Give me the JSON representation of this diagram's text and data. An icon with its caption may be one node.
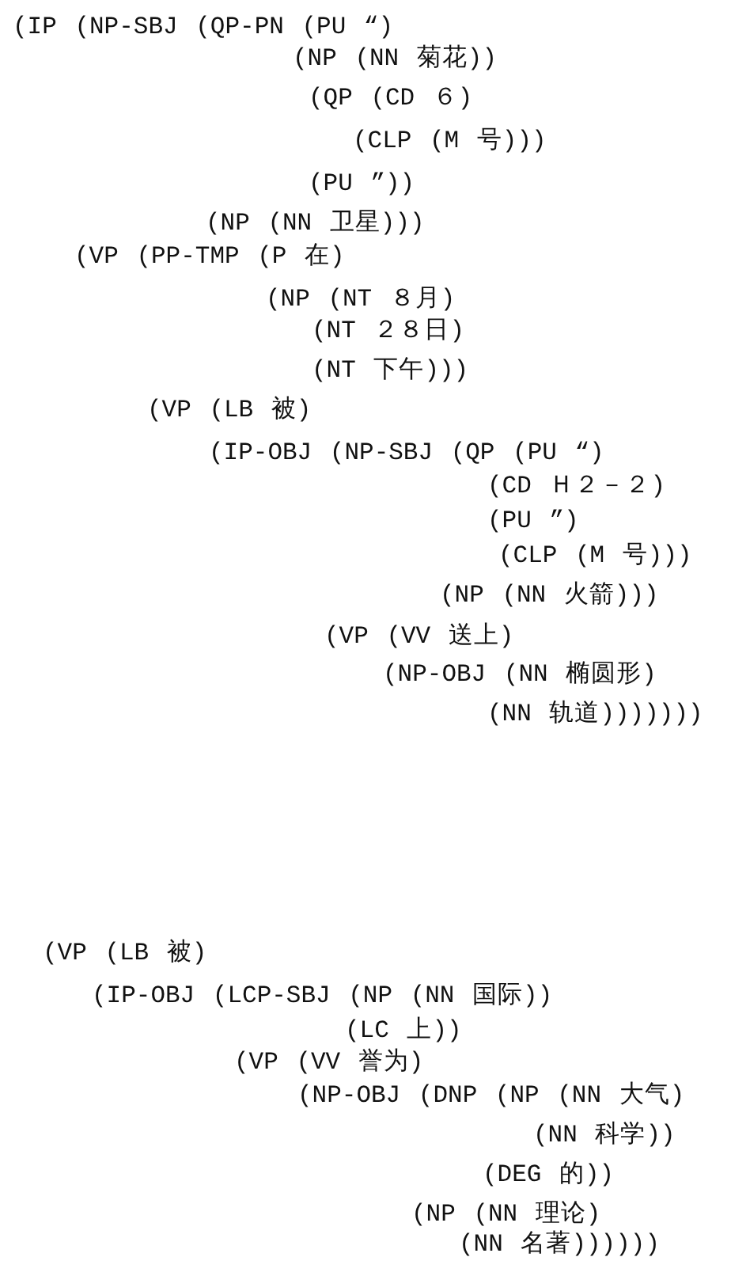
{
  "diagram": {
    "labels": [
      "(IP (NP-SBJ (QP-PN (PU “)",
      "(NP (NN 菊花))",
      "(QP (CD ６)",
      "(CLP (M 号)))",
      "(PU ”))",
      "(NP (NN 卫星)))",
      "(VP (PP-TMP (P 在)",
      "(NP (NT ８月)",
      "(NT ２８日)",
      "(NT 下午)))",
      "(VP (LB 被)",
      "(IP-OBJ (NP-SBJ (QP (PU “)",
      "(CD Ｈ２－２)",
      "(PU ”)",
      "(CLP (M 号)))",
      "(NP (NN 火箭)))",
      "(VP (VV 送上)",
      "(NP-OBJ (NN 椭圆形)",
      "(NN 轨道)))))))",
      "(VP (LB 被)",
      "(IP-OBJ (LCP-SBJ (NP (NN 国际))",
      "(LC 上))",
      "(VP (VV 誉为)",
      "(NP-OBJ (DNP (NP (NN 大气)",
      "(NN 科学))",
      "(DEG 的))",
      "(NP (NN 理论)",
      "(NN 名著))))))"
    ]
  }
}
